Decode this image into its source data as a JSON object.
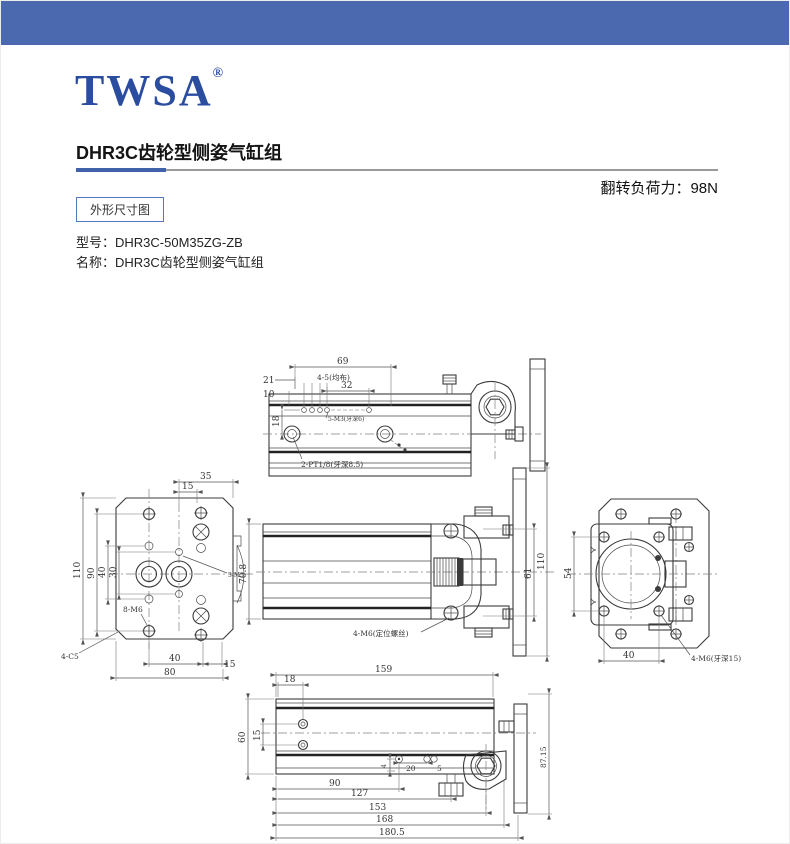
{
  "brand": {
    "logo": "TWSA",
    "registered": "®",
    "color": "#2b4da0"
  },
  "header": {
    "bar_color": "#4a69ae"
  },
  "product": {
    "title": "DHR3C齿轮型侧姿气缸组",
    "load_label": "翻转负荷力：98N",
    "section_badge": "外形尺寸图",
    "model_label": "型号：DHR3C-50M35ZG-ZB",
    "name_label": "名称：DHR3C齿轮型侧姿气缸组"
  },
  "drawing": {
    "top_view": {
      "d69": "69",
      "d21": "21",
      "d10": "10",
      "d32": "32",
      "d18": "18",
      "holes_label": "4-5(均布)",
      "thread_label": "5-M3(牙深6)",
      "port_label": "2-PT1/8(牙深8.5)"
    },
    "front_view": {
      "d35": "35",
      "d15_top": "15",
      "d110": "110",
      "d90": "90",
      "d40_left": "40",
      "d30": "30",
      "d40_bottom": "40",
      "d15_bottom": "15",
      "d80": "80",
      "label_8m6": "8-M6",
      "label_4c5": "4-C5",
      "label_3m5": "3-M5"
    },
    "side_view": {
      "d70_8": "70.8",
      "d61": "61",
      "d110": "110",
      "screw_label": "4-M6(定位螺丝)"
    },
    "rear_view": {
      "d54": "54",
      "d40": "40",
      "thread_label": "4-M6(牙深15)"
    },
    "bottom_view": {
      "d159": "159",
      "d18": "18",
      "d60": "60",
      "d15": "15",
      "d4": "4",
      "d20": "20",
      "d5": "5",
      "d90": "90",
      "d127": "127",
      "d153": "153",
      "d168": "168",
      "d180_5": "180.5",
      "d87_15": "87.15"
    }
  }
}
